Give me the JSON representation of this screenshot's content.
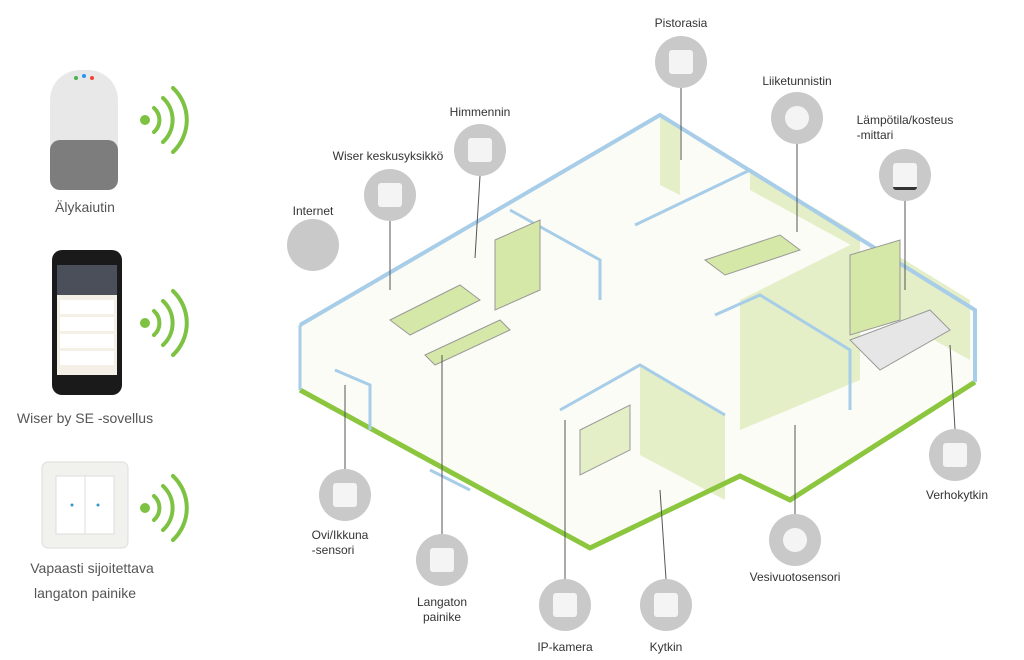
{
  "left_devices": [
    {
      "label": "Älykaiutin",
      "icon": "smart-speaker"
    },
    {
      "label": "Wiser by SE -sovellus",
      "icon": "smartphone-app"
    },
    {
      "label": "Vapaasti sijoitettava\nlangaton painike",
      "line1": "Vapaasti sijoitettava",
      "line2": "langaton painike",
      "icon": "wireless-button"
    }
  ],
  "devices": [
    {
      "label": "Internet",
      "icon": "wifi"
    },
    {
      "label": "Wiser keskusyksikkö",
      "icon": "hub"
    },
    {
      "label": "Himmennin",
      "icon": "dimmer"
    },
    {
      "label": "Pistorasia",
      "icon": "socket"
    },
    {
      "label": "Liiketunnistin",
      "icon": "motion-sensor"
    },
    {
      "label1": "Lämpötila/kosteus",
      "label2": "-mittari",
      "icon": "thermometer"
    },
    {
      "label": "Verhokytkin",
      "icon": "curtain-switch"
    },
    {
      "label": "Vesivuotosensori",
      "icon": "water-leak-sensor"
    },
    {
      "label": "Kytkin",
      "icon": "switch"
    },
    {
      "label": "IP-kamera",
      "icon": "camera"
    },
    {
      "label1": "Langaton",
      "label2": "painike",
      "icon": "wireless-button"
    },
    {
      "label1": "Ovi/Ikkuna",
      "label2": "-sensori",
      "icon": "door-window-sensor"
    }
  ],
  "colors": {
    "wave": "#7dc242",
    "floor": "#8cc63f",
    "wall": "#a8cde8",
    "room": "#e4efc8"
  }
}
